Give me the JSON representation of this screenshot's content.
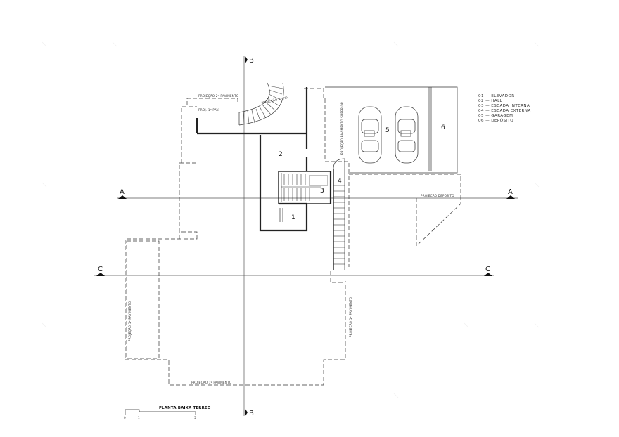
{
  "drawing_title": "PLANTA BAIXA TERREO",
  "scale_bar": {
    "labels": [
      "0",
      "1",
      "5"
    ]
  },
  "section_markers": {
    "a": "A",
    "b": "B",
    "c": "C"
  },
  "rooms": {
    "r1": "1",
    "r2": "2",
    "r3": "3",
    "r4": "4",
    "r5": "5",
    "r6": "6"
  },
  "legend": [
    "01  —  ELEVADOR",
    "02  —  HALL",
    "03  —  ESCADA INTERNA",
    "04  —  ESCADA EXTERNA",
    "05  —  GARAGEM",
    "06  —  DEPÓSITO"
  ],
  "annotations": {
    "proj_2_pav": "PROJEÇÃO 2º PAVIMENTO",
    "proj_1_pav_short": "PROJ. 1º PAV.",
    "proj_pav_superior": "PROJEÇÃO PAVIMENTO SUPERIOR",
    "proj_deposito": "PROJEÇÃO DEPOSITO",
    "proj_1_pav_left": "PROJEÇÃO 1º PAVIMENTO",
    "proj_1_pav_bottom": "PROJEÇÃO 1º PAVIMENTO",
    "proj_1_pav_right": "PROJEÇÃO 1º PAVIMENTO",
    "proj_2_pav_stair": "PROJEÇÃO 2º PAV."
  }
}
